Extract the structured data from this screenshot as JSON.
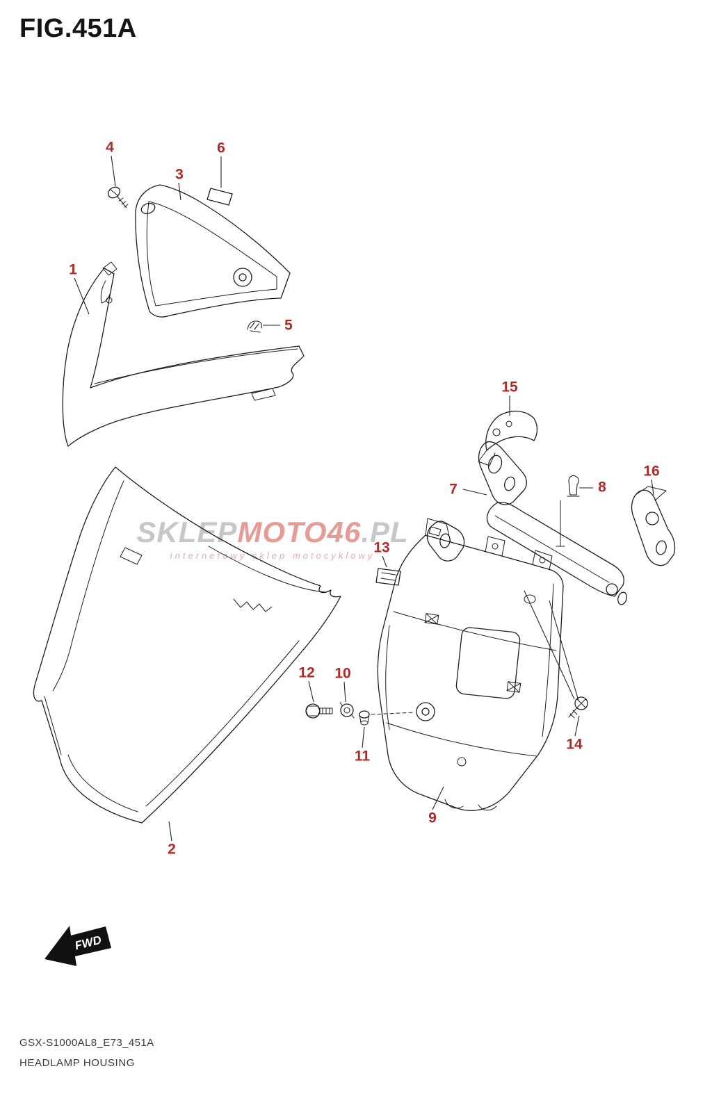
{
  "title": "FIG.451A",
  "parts": [
    "1",
    "2",
    "3",
    "4",
    "5",
    "6",
    "7",
    "8",
    "9",
    "10",
    "11",
    "12",
    "13",
    "14",
    "15",
    "16"
  ],
  "watermark": {
    "segment_gray": "SKLEP",
    "segment_red": "MOTO46",
    "segment_suffix": ".PL",
    "tagline": "internetowy sklep motocyklowy"
  },
  "fwd": "FWD",
  "footer": {
    "code": "GSX-S1000AL8_E73_451A",
    "name": "HEADLAMP HOUSING"
  },
  "colors": {
    "part_number": "#b02a26",
    "line_art": "#1c1c1c",
    "watermark_gray": "#8d9094",
    "watermark_red": "#cf3a2e"
  }
}
